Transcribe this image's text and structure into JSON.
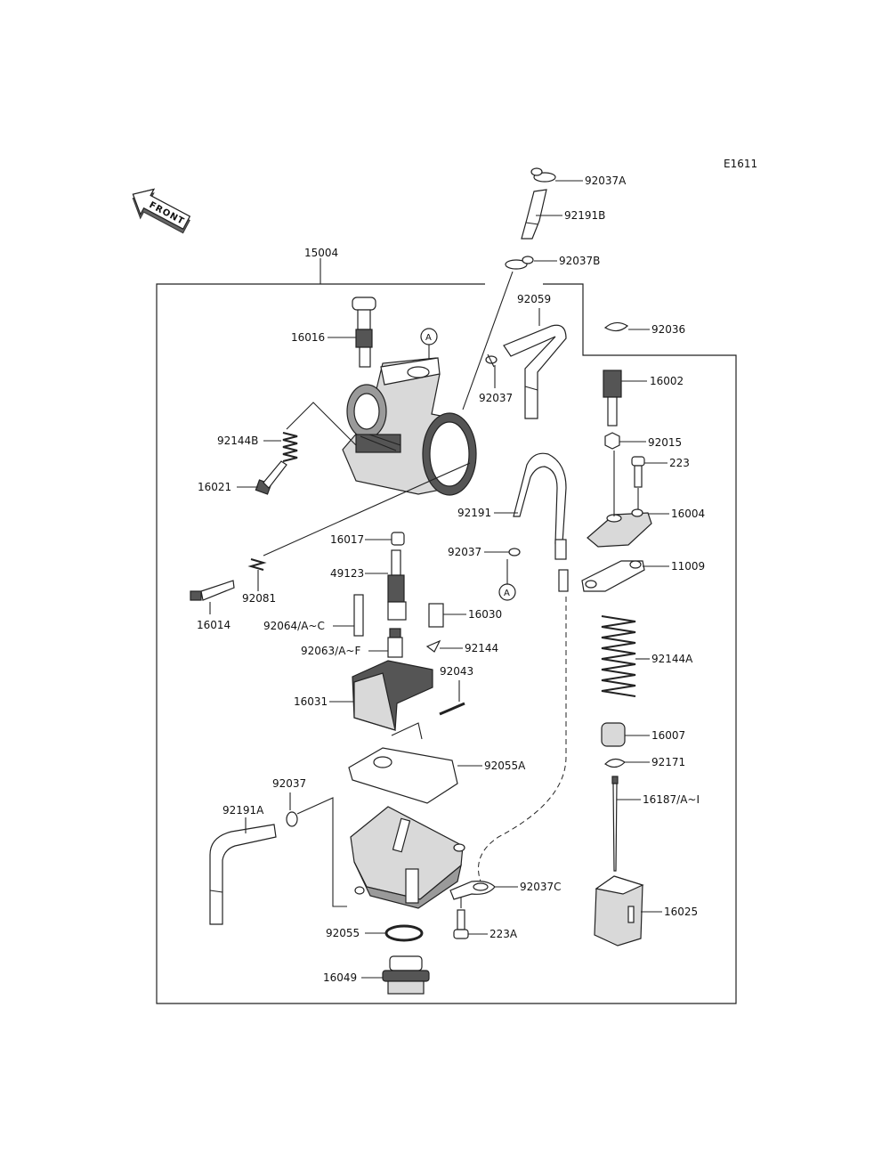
{
  "diagram_code": "E1611",
  "front_label": "FRONT",
  "assembly_label": "15004",
  "ref_marker": "A",
  "parts": {
    "p92037A": "92037A",
    "p92191B": "92191B",
    "p92037B": "92037B",
    "p92059": "92059",
    "p92036": "92036",
    "p16002": "16002",
    "p16016": "16016",
    "p92037_top": "92037",
    "p92015": "92015",
    "p223": "223",
    "p92144B": "92144B",
    "p16021": "16021",
    "p92191": "92191",
    "p16004": "16004",
    "p16017": "16017",
    "p92037_mid": "92037",
    "p11009": "11009",
    "p49123": "49123",
    "p92081": "92081",
    "p16014": "16014",
    "p16030": "16030",
    "p92064": "92064/A~C",
    "p92063": "92063/A~F",
    "p92144": "92144",
    "p92043": "92043",
    "p92144A": "92144A",
    "p16031": "16031",
    "p16007": "16007",
    "p92055A": "92055A",
    "p92171": "92171",
    "p92037_low": "92037",
    "p92191A": "92191A",
    "p16187": "16187/A~I",
    "p92037C": "92037C",
    "p16025": "16025",
    "p92055": "92055",
    "p223A": "223A",
    "p16049": "16049"
  }
}
